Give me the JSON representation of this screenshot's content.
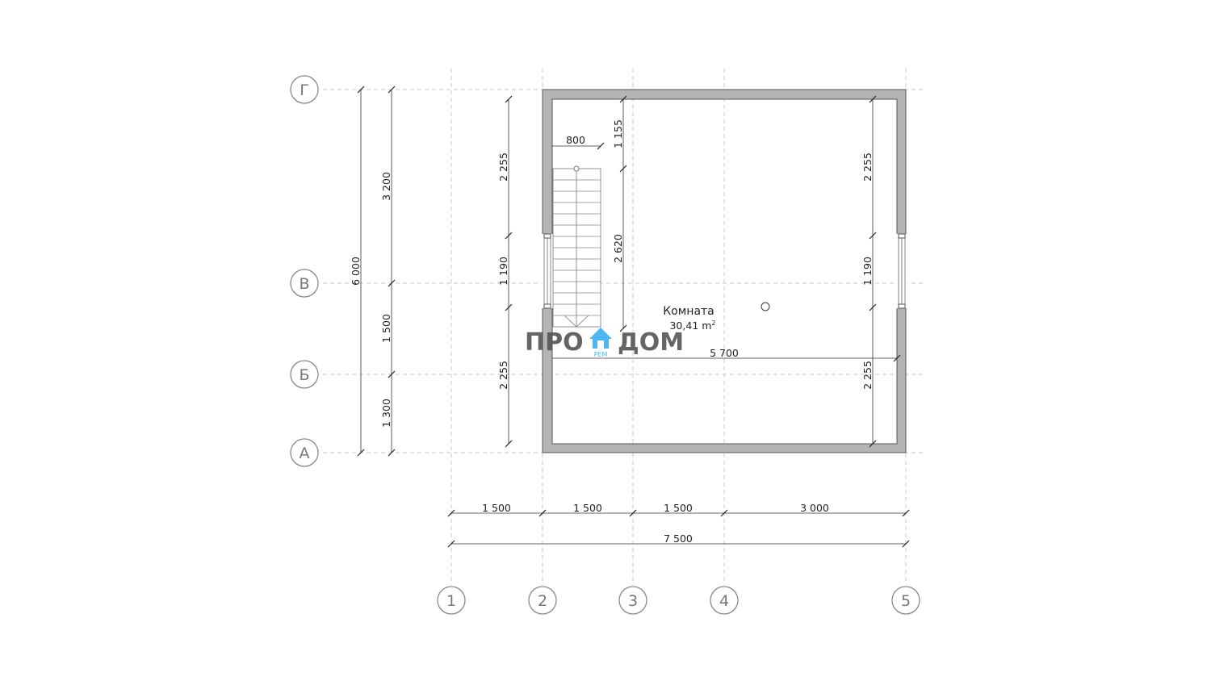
{
  "axes": {
    "rows": [
      "Г",
      "В",
      "Б",
      "А"
    ],
    "columns": [
      "1",
      "2",
      "3",
      "4",
      "5"
    ]
  },
  "dimensions": {
    "left_total": "6 000",
    "left_chain": [
      "3 200",
      "1 500",
      "1 300"
    ],
    "inner_left": [
      "2 255",
      "1 190",
      "2 255"
    ],
    "inner_right": [
      "2 255",
      "1 190",
      "2 255"
    ],
    "stair_chain": [
      "1 155",
      "2 620"
    ],
    "stair_width": "800",
    "room_width": "5 700",
    "bottom_chain": [
      "1 500",
      "1 500",
      "1 500",
      "3 000"
    ],
    "bottom_total": "7 500"
  },
  "room": {
    "name": "Комната",
    "area": "30,41 m",
    "area_sup": "2"
  },
  "logo": {
    "left": "ПРО",
    "right": "ДОМ",
    "sub": "РЕМ",
    "color": "#3ab0f0",
    "text_color": "#555555"
  }
}
